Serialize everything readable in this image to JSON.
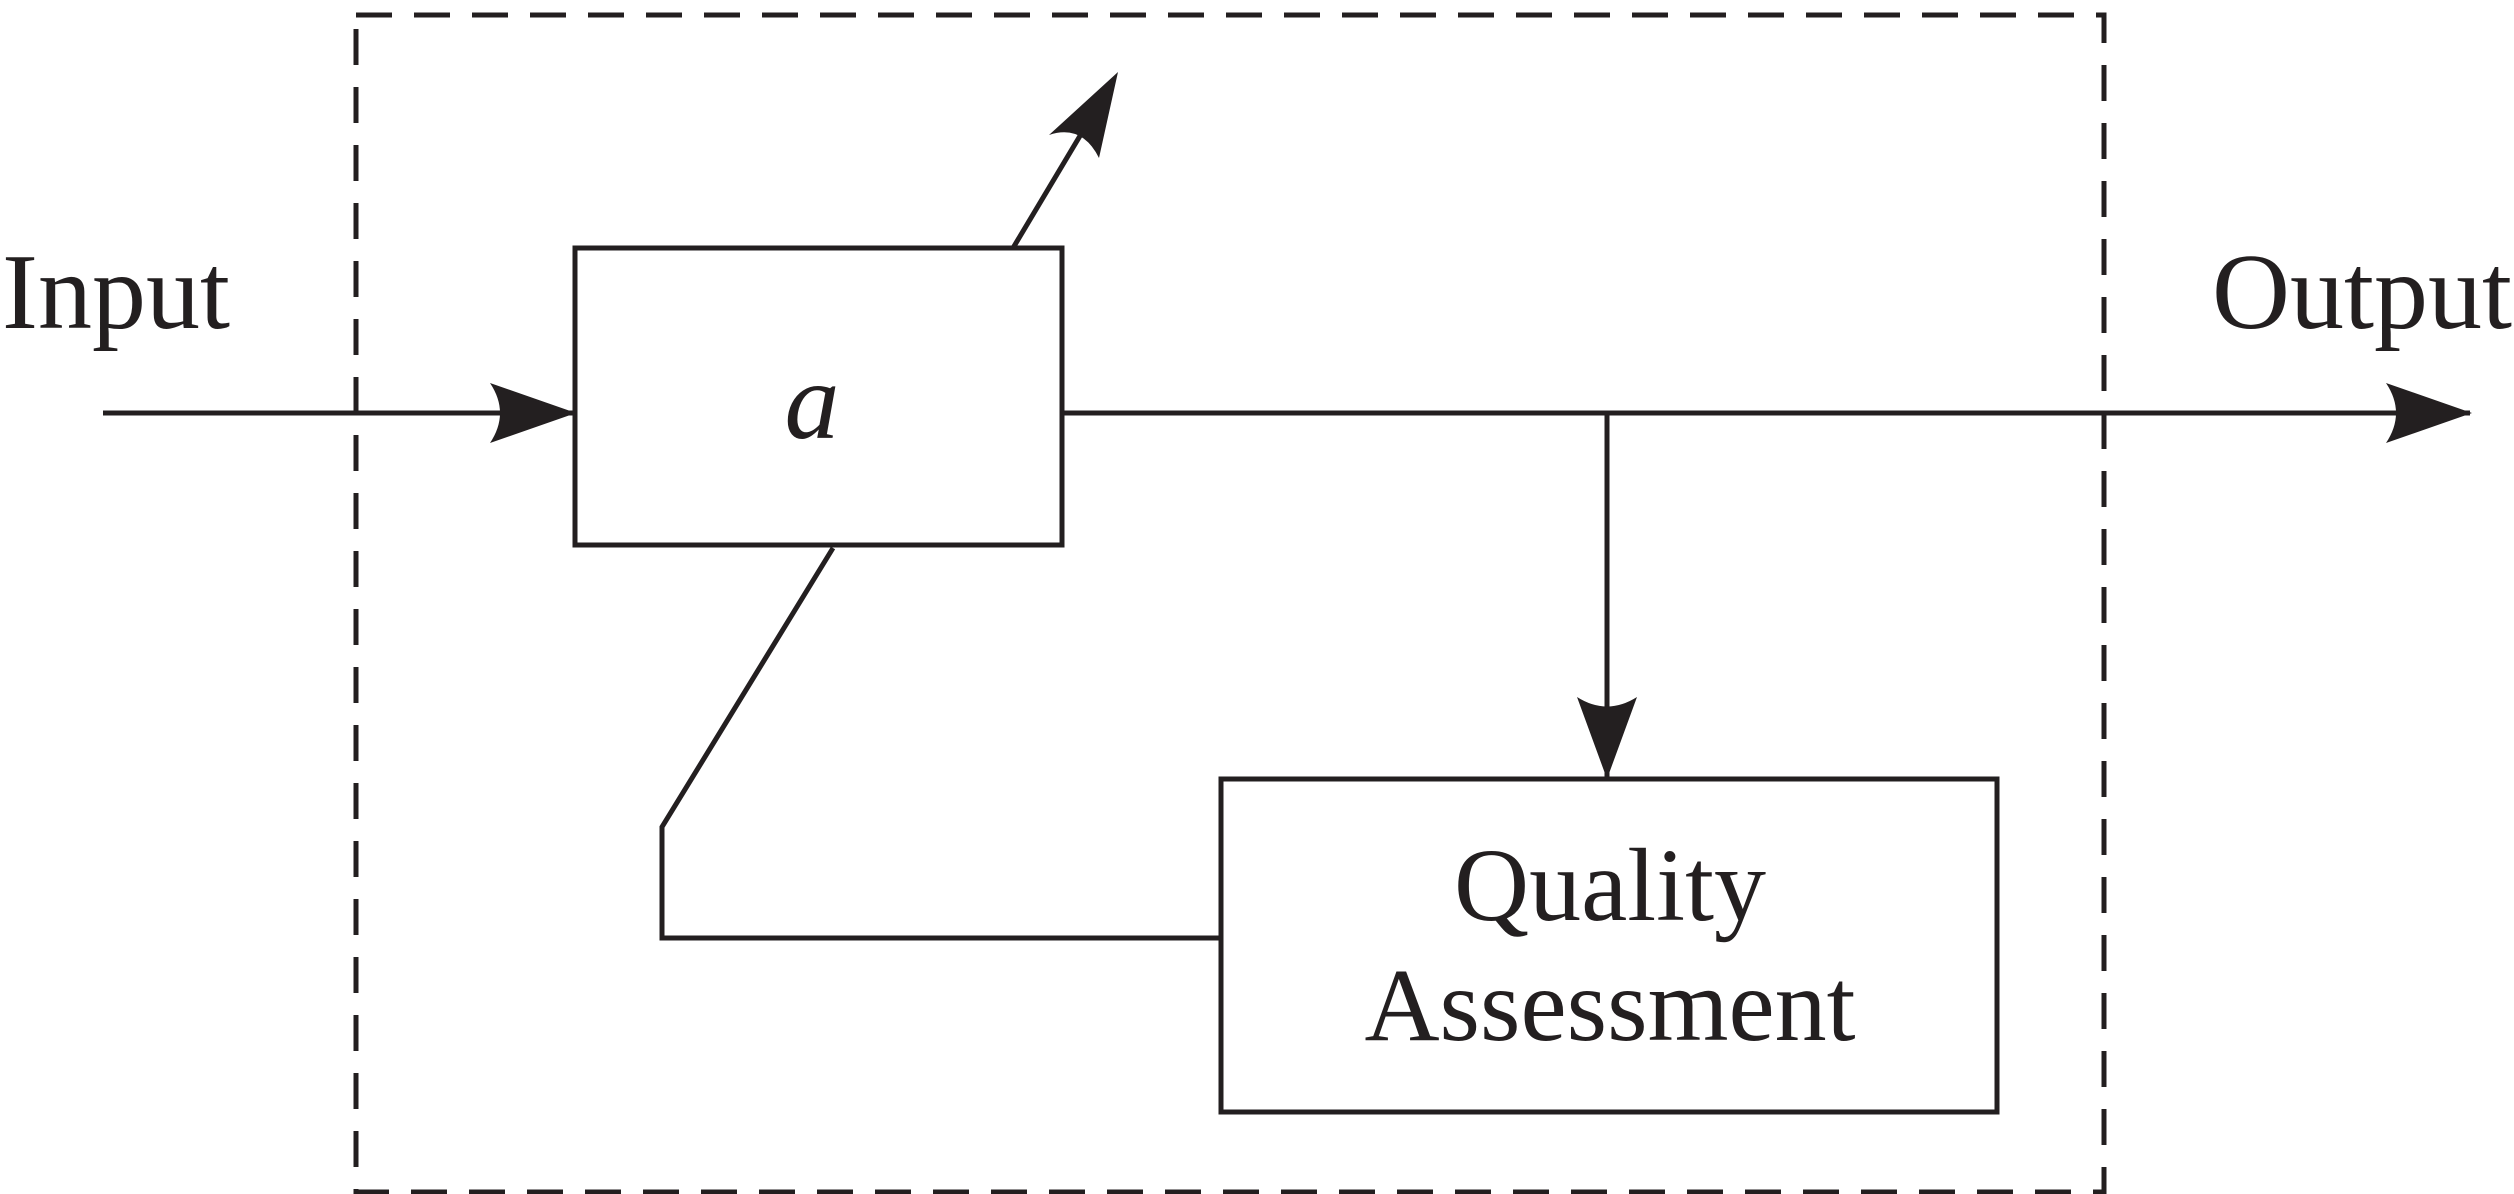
{
  "labels": {
    "input": "Input",
    "output": "Output",
    "block_a": "a",
    "quality_line1": "Quality",
    "quality_line2": "Assessment"
  },
  "colors": {
    "ink": "#231f20",
    "background": "#ffffff"
  }
}
